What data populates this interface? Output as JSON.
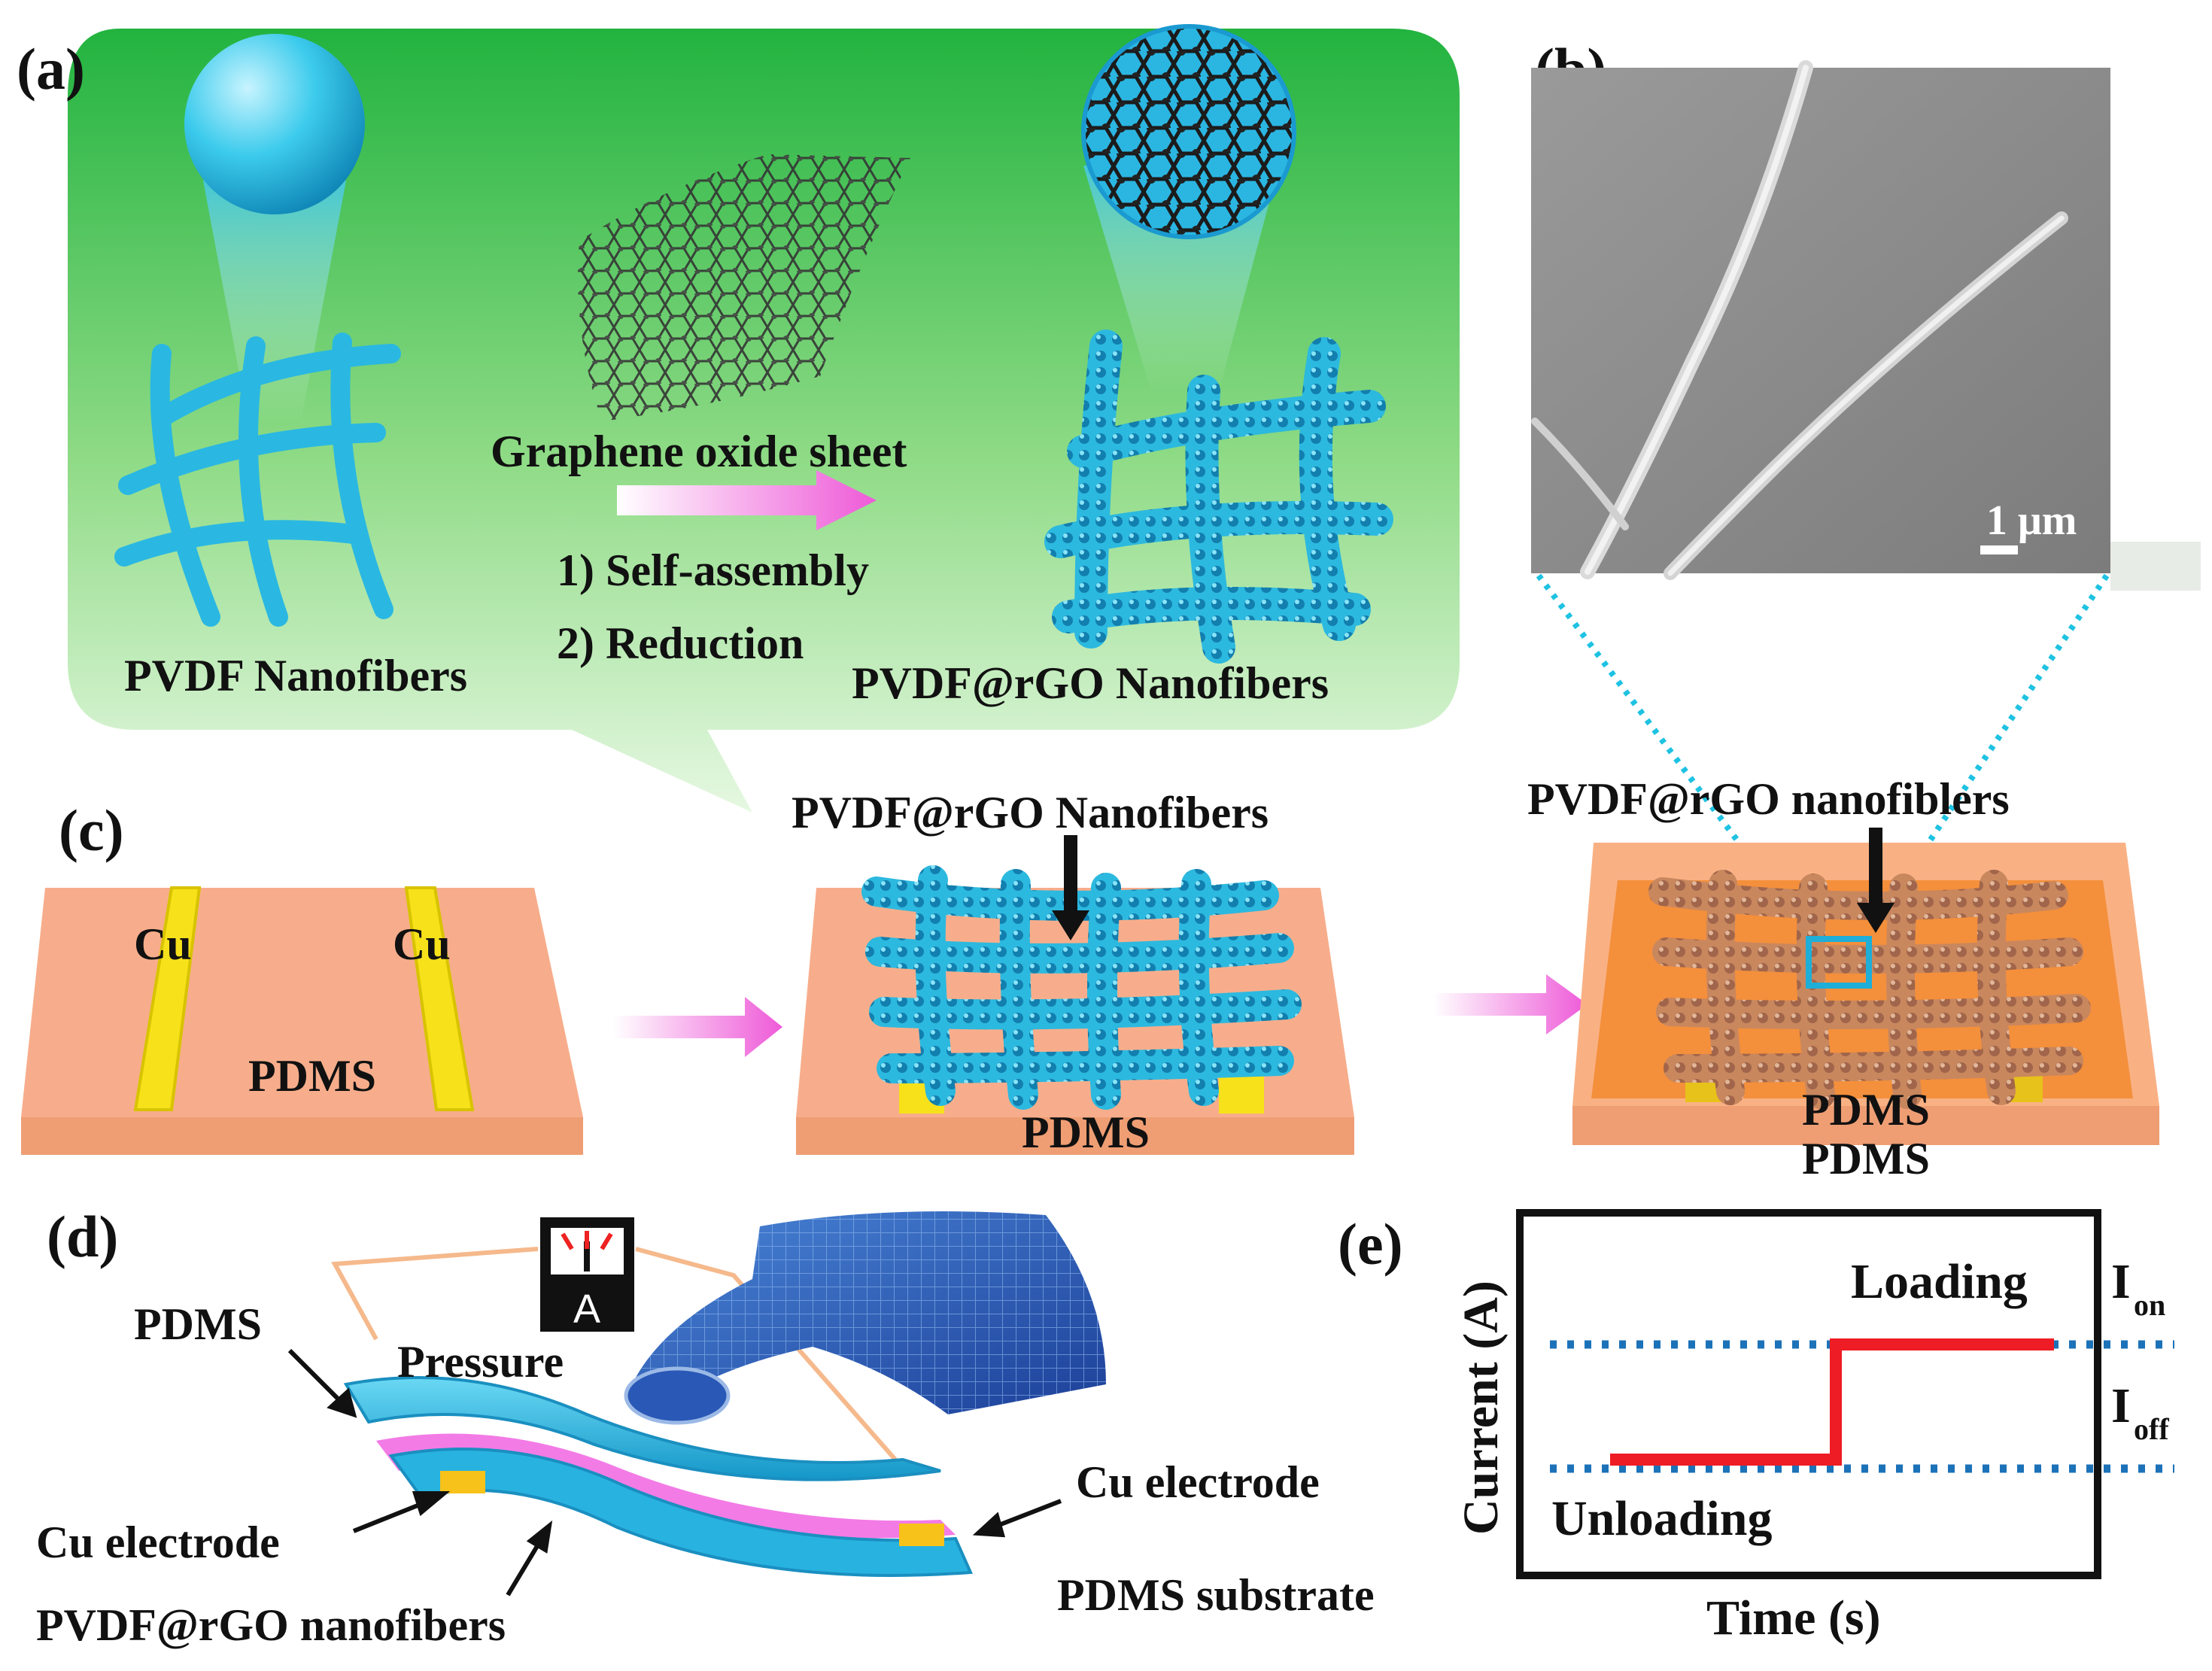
{
  "panel_a": {
    "letter": "(a)",
    "left_label": "PVDF Nanofibers",
    "sheet_label": "Graphene   oxide sheet",
    "step1": "1) Self-assembly",
    "step2": "2) Reduction",
    "right_label": "PVDF@rGO Nanofibers"
  },
  "panel_b": {
    "letter": "(b)",
    "scale_label": "1 μm"
  },
  "panel_c": {
    "letter": "(c)",
    "cu_left": "Cu",
    "cu_right": "Cu",
    "pdms_first": "PDMS",
    "mid_label": "PVDF@rGO Nanofibers",
    "pdms_middle": "PDMS",
    "right_label": "PVDF@rGO nanofiblers",
    "pdms_right_top": "PDMS",
    "pdms_right_bottom": "PDMS"
  },
  "panel_d": {
    "letter": "(d)",
    "ammeter": "A",
    "pdms": "PDMS",
    "pressure": "Pressure",
    "cu_left": "Cu electrode",
    "cu_right": "Cu electrode",
    "fibers": "PVDF@rGO nanofibers",
    "substrate": "PDMS substrate"
  },
  "panel_e": {
    "letter": "(e)",
    "y_label": "Current (A)",
    "x_label": "Time (s)",
    "loading": "Loading",
    "unloading": "Unloading",
    "i_on_main": "I",
    "i_on_sub": "on",
    "i_off_main": "I",
    "i_off_sub": "off"
  },
  "colors": {
    "green_bubble": "#2fb84a",
    "fiber_cyan": "#33c6e8",
    "pdms_salmon": "#f4a27c",
    "cu_yellow": "#f2e21a",
    "arrow_magenta": "#f06ce0",
    "step_red": "#ee1c24",
    "dotted_blue": "#1c72b8"
  }
}
